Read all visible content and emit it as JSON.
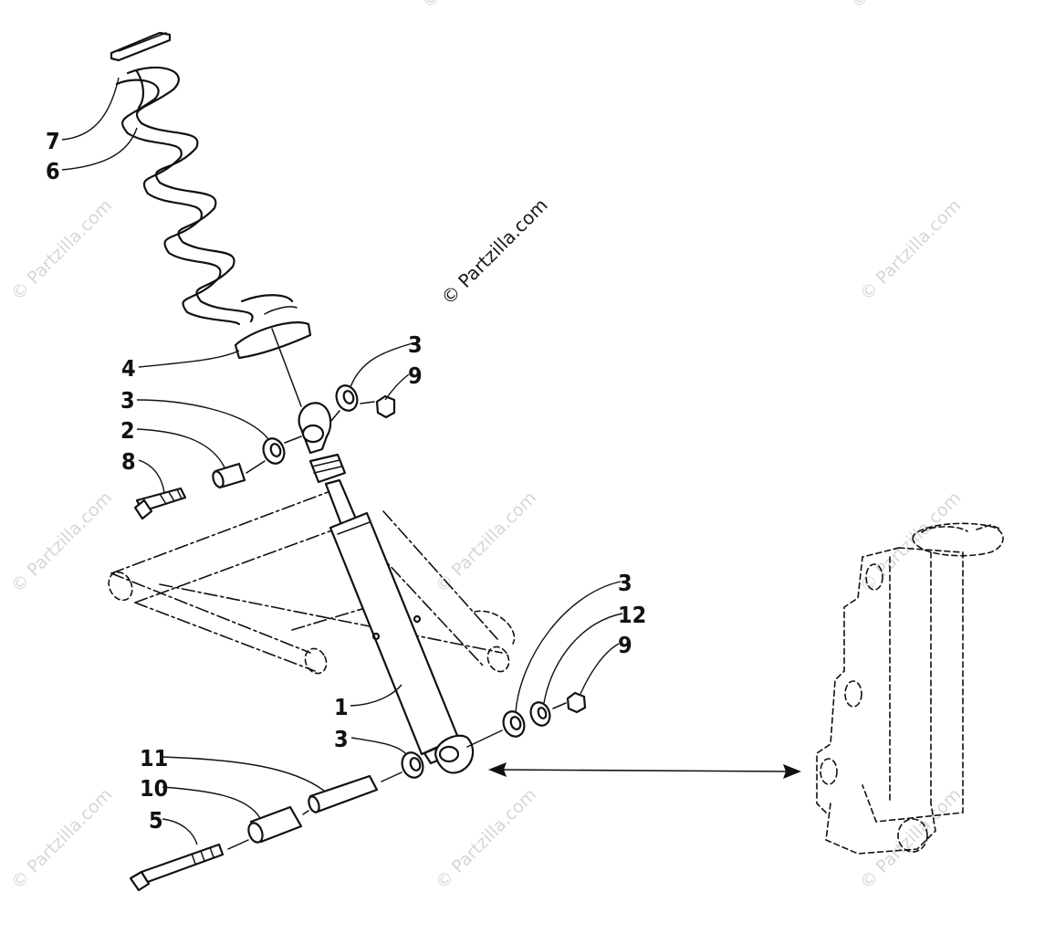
{
  "watermark": {
    "main": "© Partzilla.com",
    "faint": "© Partzilla.com"
  },
  "callouts": {
    "c7": "7",
    "c6": "6",
    "c4": "4",
    "c3_top_right": "3",
    "c9_top": "9",
    "c3_left": "3",
    "c2": "2",
    "c8": "8",
    "c3_right": "3",
    "c12": "12",
    "c9_right": "9",
    "c1": "1",
    "c3_bottom": "3",
    "c11": "11",
    "c10": "10",
    "c5": "5"
  }
}
